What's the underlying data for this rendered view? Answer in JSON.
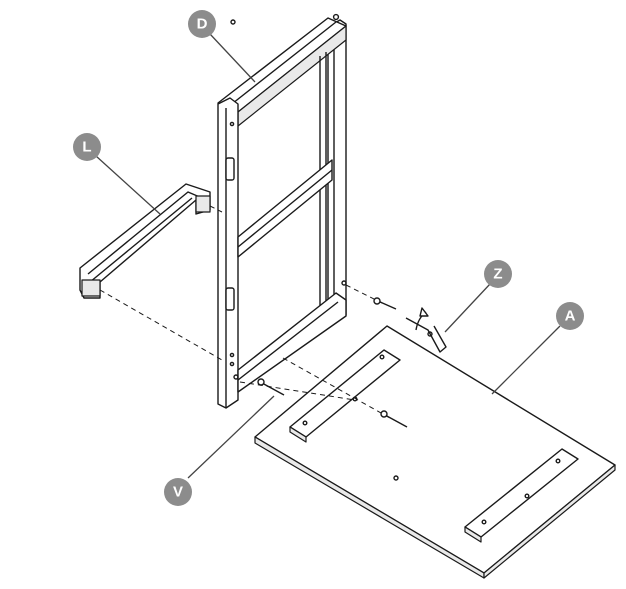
{
  "callouts": {
    "d": {
      "label": "D"
    },
    "l": {
      "label": "L"
    },
    "z": {
      "label": "Z"
    },
    "a": {
      "label": "A"
    },
    "v": {
      "label": "V"
    }
  },
  "colors": {
    "callout_fill": "#8c8c8c",
    "line": "#1a1a1a",
    "background": "#ffffff"
  }
}
